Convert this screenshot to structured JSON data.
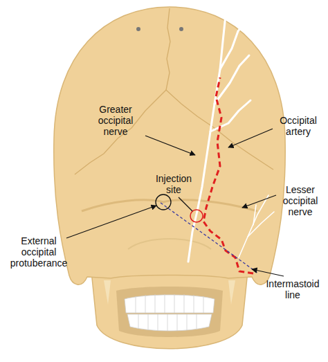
{
  "diagram": {
    "labels": [
      "Greater occipital nerve",
      "Occipital artery",
      "Injection site",
      "Lesser occipital nerve",
      "External occipital protuberance",
      "Intermastoid line"
    ]
  }
}
